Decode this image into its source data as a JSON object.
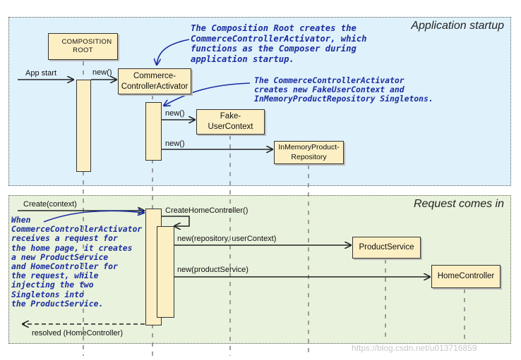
{
  "frames": {
    "startup_title": "Application startup",
    "request_title": "Request comes in",
    "startup_fill": "#dff1fb",
    "request_fill": "#e9f2dc"
  },
  "lifelines": {
    "composition_root": "Composition Root",
    "activator": "Commerce-\nControllerActivator",
    "fake_user_context": "Fake-\nUserContext",
    "repository": "InMemoryProduct-\nRepository",
    "product_service": "ProductService",
    "home_controller": "HomeController"
  },
  "messages": {
    "app_start": "App start",
    "new_activator": "new()",
    "new_fake": "new()",
    "new_repo": "new()",
    "create_context": "Create(context)",
    "create_home_controller": "CreateHomeController()",
    "new_product_service": "new(repository, userContext)",
    "new_home_controller": "new(productService)",
    "resolved": "resolved (HomeController)"
  },
  "notes": {
    "note1": "The Composition Root creates the\nCommerceControllerActivator, which\nfunctions as the Composer during\napplication startup.",
    "note2": "The CommerceControllerActivator\ncreates new FakeUserContext and\nInMemoryProductRepository Singletons.",
    "note3": "When\nCommerceControllerActivator\nreceives a request for\nthe home page, it creates\na new ProductService\nand HomeController for\nthe request, while\ninjecting the two\nSingletons into\nthe ProductService."
  },
  "watermark": "https://blog.csdn.net/u013716859",
  "colors": {
    "box_fill": "#fcefc4",
    "note_text": "#1a2da0"
  }
}
